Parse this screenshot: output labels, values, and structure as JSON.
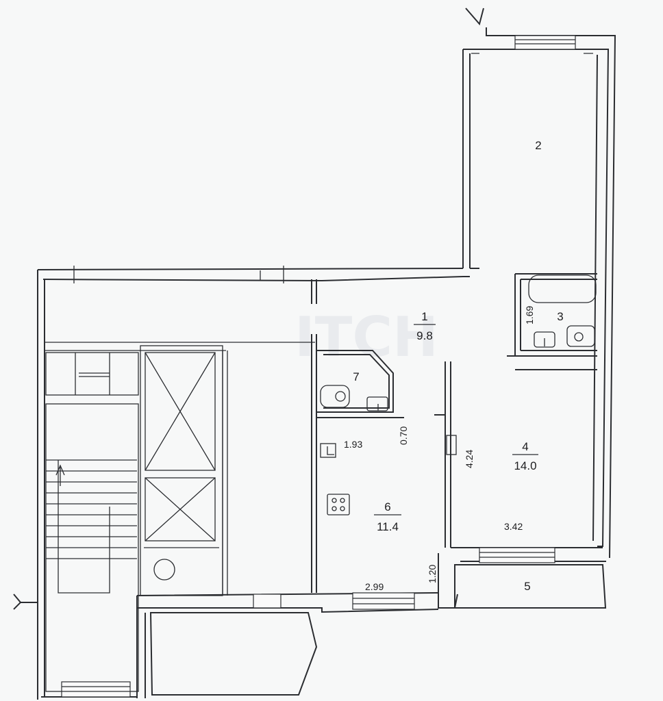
{
  "rooms": [
    {
      "number": "1",
      "area": "9.8"
    },
    {
      "number": "2",
      "area": ""
    },
    {
      "number": "3",
      "area": ""
    },
    {
      "number": "4",
      "area": "14.0"
    },
    {
      "number": "5",
      "area": ""
    },
    {
      "number": "6",
      "area": "11.4"
    },
    {
      "number": "7",
      "area": ""
    }
  ],
  "dimensions": {
    "bath_height": "1.69",
    "wc_width": "1.93",
    "wc_depth": "0.70",
    "room4_depth": "4.24",
    "room4_width": "3.42",
    "kitchen_depth": "1.20",
    "kitchen_width": "2.99"
  },
  "watermark": "ITCH"
}
